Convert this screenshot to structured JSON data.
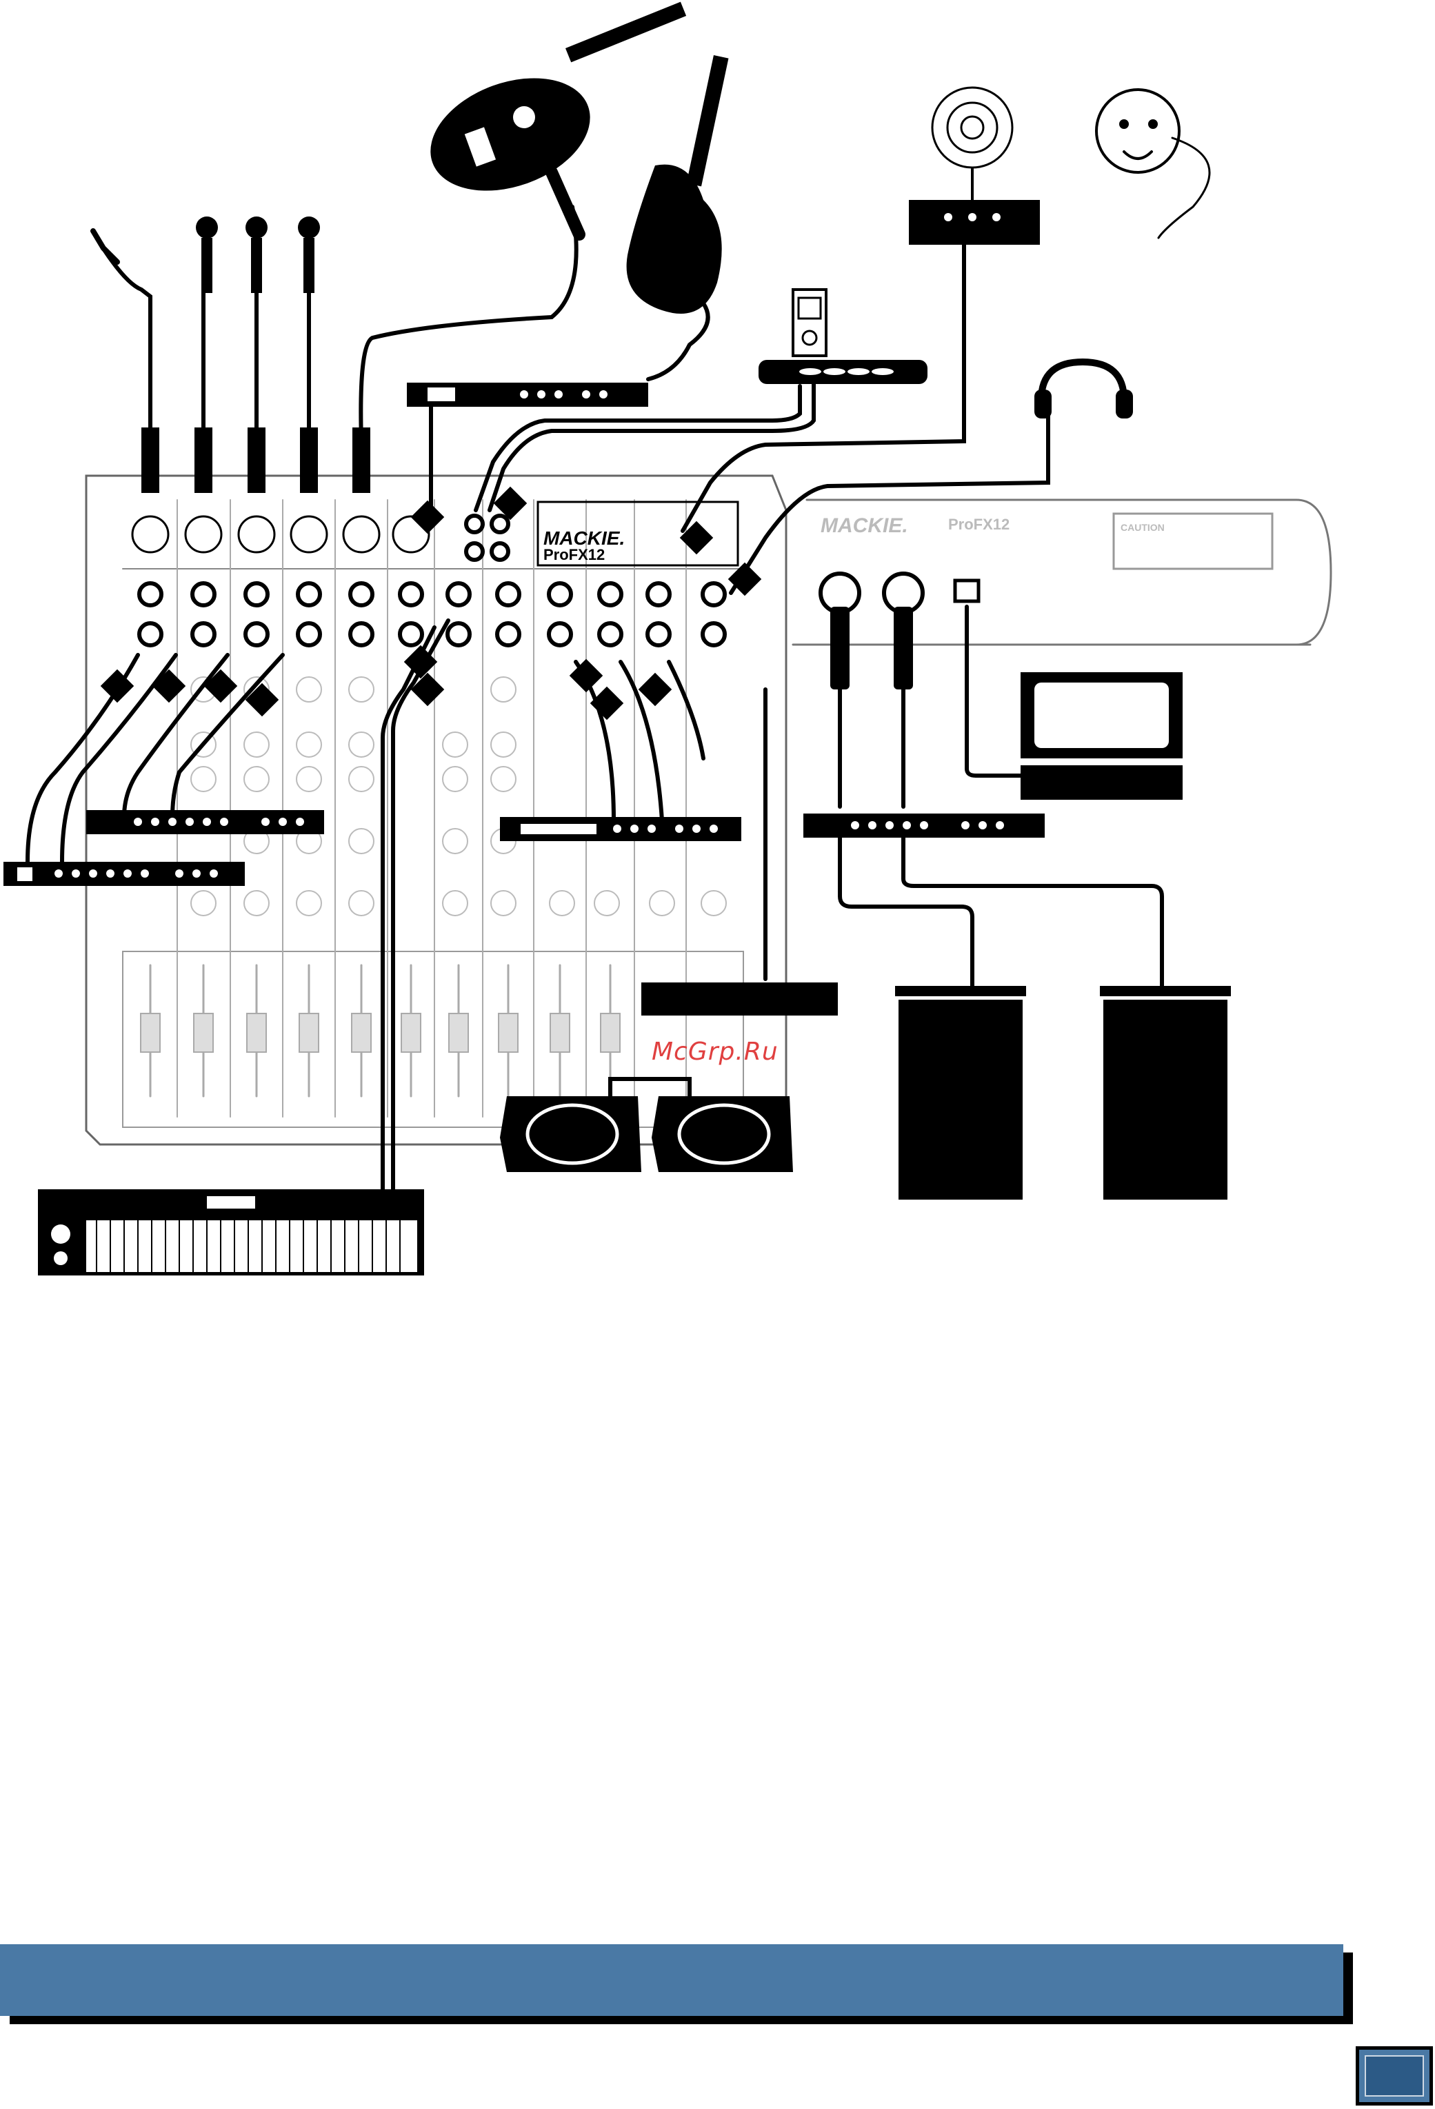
{
  "mixer_front": {
    "brand": "MACKIE.",
    "model": "ProFX12"
  },
  "mixer_rear": {
    "brand": "MACKIE.",
    "model": "ProFX12",
    "caution_label": "CAUTION"
  },
  "watermark": "McGrp.Ru",
  "colors": {
    "line": "#000000",
    "footer": "#4a79a5",
    "watermark": "#e04040"
  },
  "icons": [
    "acoustic-guitar-icon",
    "electric-guitar-icon",
    "microphone-icon",
    "headphones-icon",
    "satellite-dish-icon",
    "laptop-icon",
    "keyboard-synth-icon",
    "speaker-cabinet-icon",
    "stage-monitor-icon",
    "mp3-player-icon",
    "person-listener-icon"
  ]
}
